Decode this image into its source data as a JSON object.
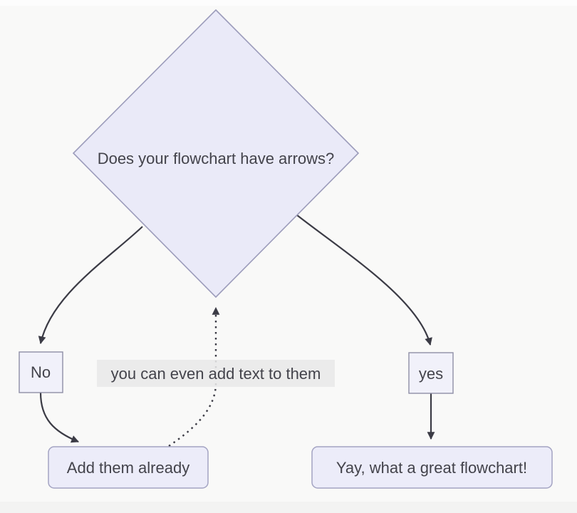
{
  "diagram_type": "flowchart",
  "nodes": {
    "decision": {
      "label": "Does your flowchart have arrows?",
      "shape": "diamond"
    },
    "no": {
      "label": "No",
      "shape": "square"
    },
    "yes": {
      "label": "yes",
      "shape": "square"
    },
    "add": {
      "label": "Add them already",
      "shape": "rounded-rect"
    },
    "yay": {
      "label": "Yay, what a great flowchart!",
      "shape": "rounded-rect"
    }
  },
  "edges": [
    {
      "from": "decision",
      "to": "no",
      "style": "solid-curved"
    },
    {
      "from": "no",
      "to": "add",
      "style": "solid-curved"
    },
    {
      "from": "decision",
      "to": "yes",
      "style": "solid-curved"
    },
    {
      "from": "yes",
      "to": "yay",
      "style": "solid-straight"
    },
    {
      "from": "add",
      "to": "decision",
      "style": "dotted-curved",
      "label": "you can even add text to them"
    }
  ],
  "colors": {
    "background": "#F9F9F8",
    "diamond_fill": "#EAEAF8",
    "diamond_border": "#9C9CBB",
    "square_fill": "#F1F1FA",
    "square_border": "#8F8FA6",
    "rounded_fill": "#ECECF9",
    "rounded_border": "#A3A3C2",
    "arrow": "#3B3B45",
    "edge_label_bg": "#E8E8E8",
    "text": "#43434B"
  }
}
